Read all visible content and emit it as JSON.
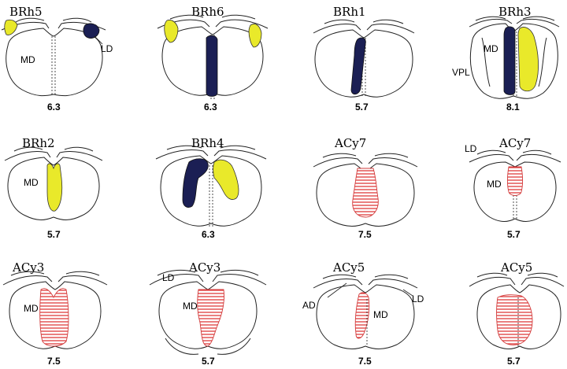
{
  "panels": [
    {
      "title": "BRh5",
      "number": "6.3",
      "labels": [
        "MD",
        "LD"
      ]
    },
    {
      "title": "BRh6",
      "number": "6.3",
      "labels": []
    },
    {
      "title": "BRh1",
      "number": "5.7",
      "labels": []
    },
    {
      "title": "BRh3",
      "number": "8.1",
      "labels": [
        "MD",
        "VPL"
      ]
    },
    {
      "title": "BRh2",
      "number": "5.7",
      "labels": [
        "MD"
      ]
    },
    {
      "title": "BRh4",
      "number": "6.3",
      "labels": []
    },
    {
      "title": "ACy7",
      "number": "7.5",
      "labels": []
    },
    {
      "title": "ACy7",
      "number": "5.7",
      "labels": [
        "LD",
        "MD"
      ]
    },
    {
      "title": "ACy3",
      "number": "7.5",
      "labels": [
        "MD"
      ]
    },
    {
      "title": "ACy3",
      "number": "5.7",
      "labels": [
        "LD",
        "MD"
      ]
    },
    {
      "title": "ACy5",
      "number": "7.5",
      "labels": [
        "AD",
        "MD",
        "LD"
      ]
    },
    {
      "title": "ACy5",
      "number": "5.7",
      "labels": []
    }
  ],
  "colors": {
    "dark_blue": "#1b1f54",
    "yellow": "#e9e92a",
    "red_hatch": "#e03c3c",
    "outline": "#222222"
  }
}
